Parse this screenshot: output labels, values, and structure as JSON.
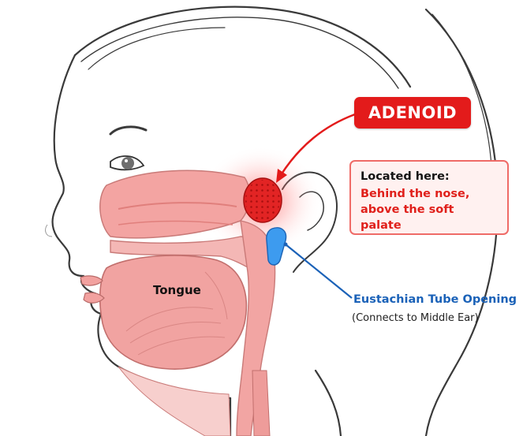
{
  "callout": {
    "title": "ADENOID",
    "location_heading": "Located here:",
    "location_line1": "Behind the nose,",
    "location_line2": "above the soft palate"
  },
  "eustachian": {
    "label": "Eustachian Tube Opening",
    "sublabel": "(Connects to Middle Ear)"
  },
  "anatomy": {
    "tongue_label": "Tongue"
  },
  "colors": {
    "adenoid_red": "#e31b1b",
    "tube_blue": "#2f8ee6",
    "tissue_pink": "#f2a5a3"
  }
}
